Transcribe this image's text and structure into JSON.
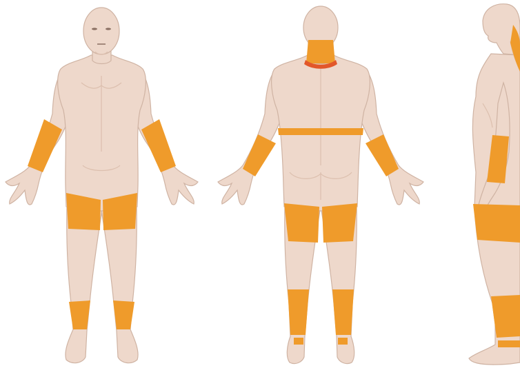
{
  "colors": {
    "background": "#ffffff",
    "skin": "#eed8cb",
    "skin_outline": "#cfb3a3",
    "skin_shadow": "#dcbfae",
    "highlight": "#ef9b2b",
    "highlight_accent": "#e2572a",
    "feature": "#8a6f62"
  },
  "views": [
    {
      "id": "front",
      "regions": [
        "forearm-left",
        "forearm-right",
        "thigh-left",
        "thigh-right",
        "lower-leg-left",
        "lower-leg-right"
      ]
    },
    {
      "id": "back",
      "regions": [
        "neck",
        "neck-ring",
        "chest-band",
        "forearm-left",
        "forearm-right",
        "thigh-left",
        "thigh-right",
        "lower-leg-left",
        "lower-leg-right",
        "ankle-left",
        "ankle-right"
      ]
    },
    {
      "id": "side",
      "regions": [
        "neck",
        "forearm",
        "thigh",
        "lower-leg",
        "ankle"
      ]
    }
  ]
}
